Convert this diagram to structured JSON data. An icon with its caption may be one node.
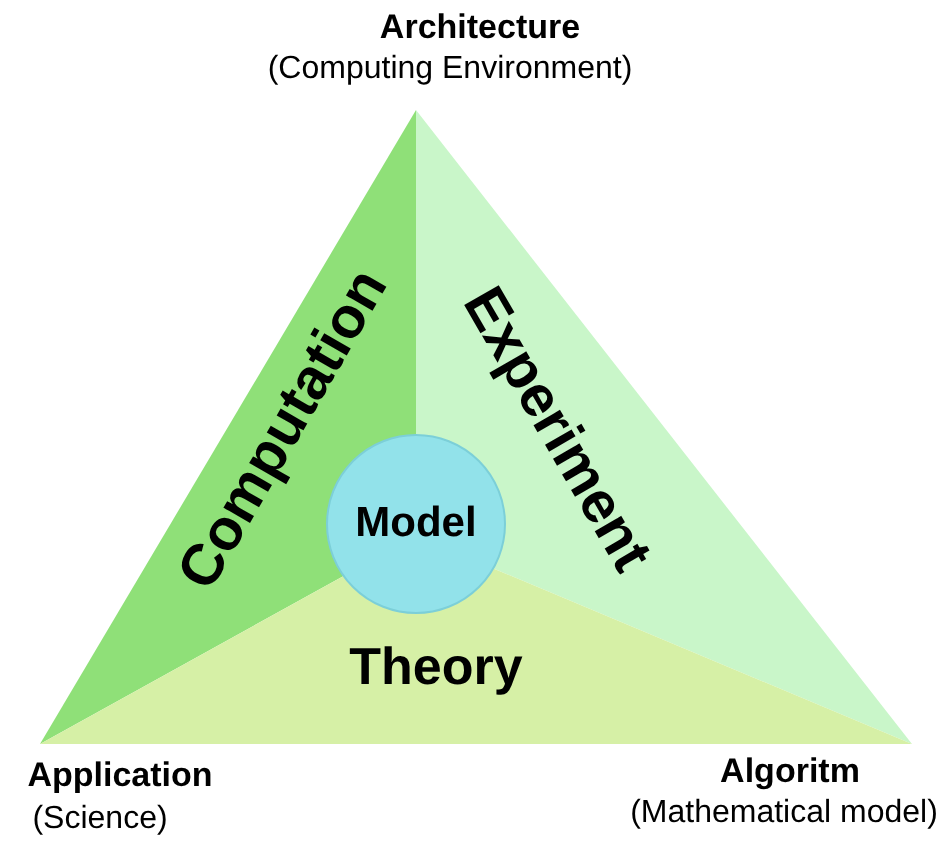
{
  "diagram": {
    "nodes": [
      {
        "text": [
          "Computation"
        ]
      },
      {
        "text": [
          "Experiment"
        ]
      },
      {
        "text": [
          "Theory"
        ]
      },
      {
        "text": [
          "Model"
        ]
      }
    ],
    "labels": [
      "Architecture",
      "(Computing Environment)",
      "Application",
      "(Science)",
      "Algoritm",
      "(Mathematical model)"
    ]
  }
}
